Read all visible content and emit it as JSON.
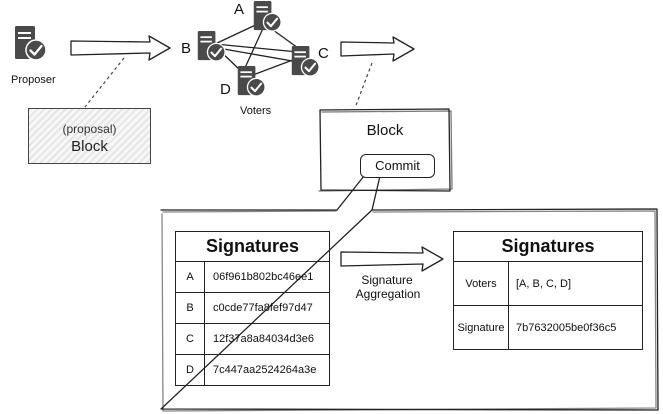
{
  "proposer": {
    "label": "Proposer",
    "icon": "server-check-icon"
  },
  "proposal_block": {
    "small": "(proposal)",
    "title": "Block"
  },
  "voters": {
    "label": "Voters",
    "nodes": [
      "A",
      "B",
      "C",
      "D"
    ],
    "icon": "server-check-icon"
  },
  "block": {
    "title": "Block",
    "commit_label": "Commit"
  },
  "signatures": {
    "title": "Signatures",
    "rows": [
      {
        "key": "A",
        "value": "06f961b802bc46ee1"
      },
      {
        "key": "B",
        "value": "c0cde77fa8fef97d47"
      },
      {
        "key": "C",
        "value": "12f37a8a84034d3e6"
      },
      {
        "key": "D",
        "value": "7c447aa2524264a3e"
      }
    ]
  },
  "aggregation": {
    "label_line1": "Signature",
    "label_line2": "Aggregation"
  },
  "aggregated": {
    "title": "Signatures",
    "voters_key": "Voters",
    "voters_value": "[A, B, C, D]",
    "signature_key": "Signature",
    "signature_value": "7b7632005be0f36c5"
  },
  "colors": {
    "icon": "#4a4a4a",
    "check_bg": "#4a4a4a",
    "check_fg": "#ffffff"
  }
}
